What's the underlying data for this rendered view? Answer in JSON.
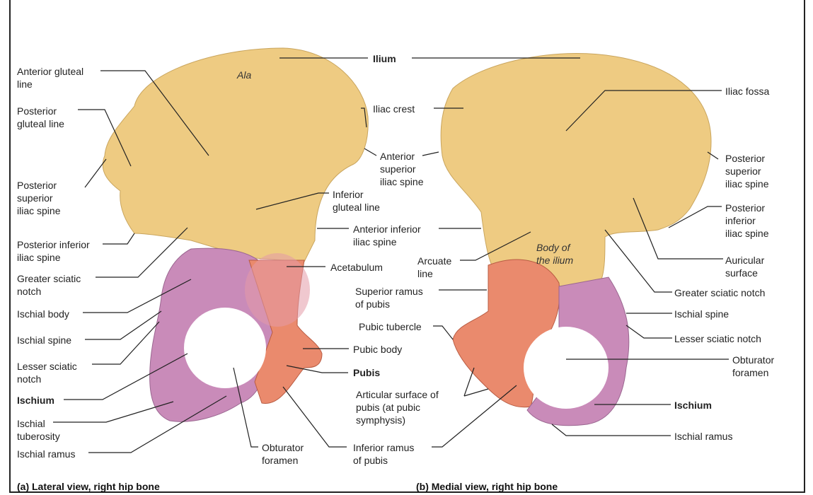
{
  "colors": {
    "ilium": "#eecb82",
    "ischium": "#c98bb9",
    "pubis": "#ea8a6d",
    "line": "#222222"
  },
  "labels": {
    "ilium": "Ilium",
    "ala": "Ala",
    "iliac_crest": "Iliac crest",
    "anterior_gluteal_line": "Anterior gluteal\nline",
    "posterior_gluteal_line": "Posterior\ngluteal line",
    "posterior_superior_iliac_spine_a": "Posterior\nsuperior\niliac spine",
    "posterior_inferior_iliac_spine_a": "Posterior inferior\niliac spine",
    "greater_sciatic_notch_a": "Greater sciatic\nnotch",
    "ischial_body": "Ischial body",
    "ischial_spine_a": "Ischial spine",
    "lesser_sciatic_notch_a": "Lesser sciatic\nnotch",
    "ischium_a": "Ischium",
    "ischial_tuberosity": "Ischial\ntuberosity",
    "ischial_ramus_a": "Ischial ramus",
    "obturator_foramen_a": "Obturator\nforamen",
    "anterior_superior_iliac_spine": "Anterior\nsuperior\niliac spine",
    "inferior_gluteal_line": "Inferior\ngluteal line",
    "anterior_inferior_iliac_spine": "Anterior inferior\niliac spine",
    "acetabulum": "Acetabulum",
    "superior_ramus_of_pubis": "Superior ramus\nof pubis",
    "pubic_tubercle": "Pubic tubercle",
    "pubic_body": "Pubic body",
    "pubis": "Pubis",
    "articular_surface": "Articular surface of\npubis (at pubic\nsymphysis)",
    "inferior_ramus_of_pubis": "Inferior ramus\nof pubis",
    "arcuate_line": "Arcuate\nline",
    "body_of_ilium": "Body of\nthe ilium",
    "iliac_fossa": "Iliac fossa",
    "posterior_superior_iliac_spine_b": "Posterior\nsuperior\niliac spine",
    "posterior_inferior_iliac_spine_b": "Posterior\ninferior\niliac spine",
    "auricular_surface": "Auricular\nsurface",
    "greater_sciatic_notch_b": "Greater sciatic notch",
    "ischial_spine_b": "Ischial spine",
    "lesser_sciatic_notch_b": "Lesser sciatic notch",
    "obturator_foramen_b": "Obturator\nforamen",
    "ischium_b": "Ischium",
    "ischial_ramus_b": "Ischial ramus"
  },
  "captions": {
    "a": "(a) Lateral view, right hip bone",
    "b": "(b) Medial view, right hip bone"
  }
}
